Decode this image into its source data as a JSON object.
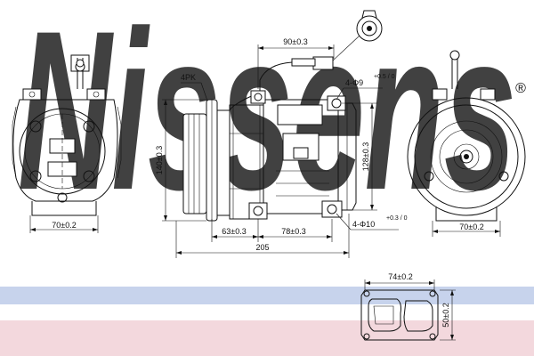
{
  "brand": {
    "watermark": "Nissens",
    "registered": "®"
  },
  "colors": {
    "watermark": "#c9d6ef",
    "band_blue": "#c7d3ec",
    "band_pink": "#f3d8dd",
    "line": "#111111"
  },
  "views": {
    "left": {
      "width_label": "70±0.2"
    },
    "side": {
      "pulley_label": "4PK",
      "height_label": "140±0.3",
      "connector_label": "90±0.3",
      "mount_holes_top": "4-Φ9",
      "mount_holes_top_tol": "+0.5 / 0",
      "body_height_label": "128±0.3",
      "mount_holes_bottom": "4-Φ10",
      "mount_holes_bottom_tol": "+0.3 / 0",
      "dim_63": "63±0.3",
      "dim_78": "78±0.3",
      "overall_length": "205"
    },
    "right": {
      "width_label": "70±0.2"
    },
    "plate": {
      "width_label": "74±0.2",
      "height_label": "50±0.2"
    }
  }
}
